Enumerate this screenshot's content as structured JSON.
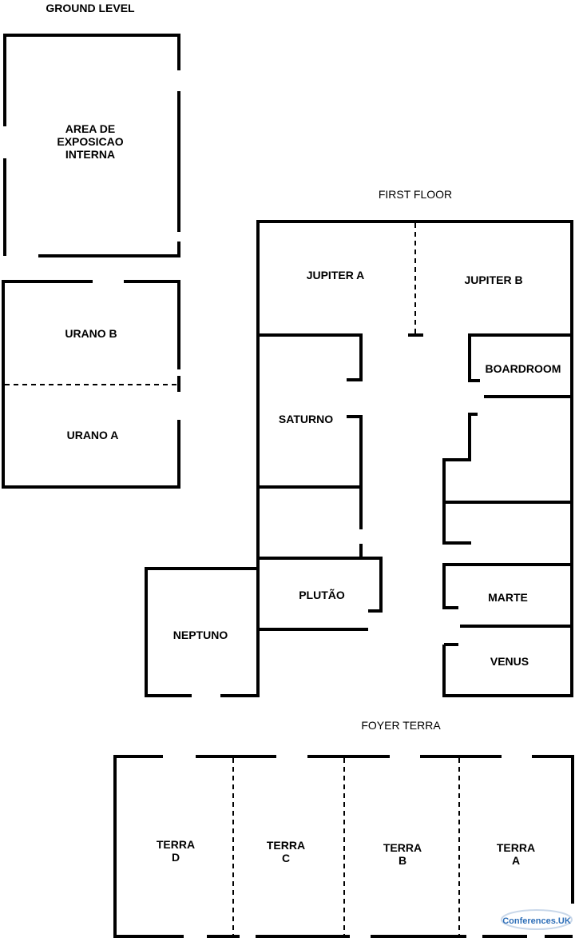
{
  "ground_level": {
    "heading": "GROUND LEVEL",
    "area_exposicao": [
      "AREA DE",
      "EXPOSICAO",
      "INTERNA"
    ],
    "urano_b": "URANO B",
    "urano_a": "URANO A"
  },
  "first_floor": {
    "heading": "FIRST FLOOR",
    "jupiter_a": "JUPITER A",
    "jupiter_b": "JUPITER B",
    "boardroom": "BOARDROOM",
    "saturno": "SATURNO",
    "plutao": "PLUTÃO",
    "neptuno": "NEPTUNO",
    "marte": "MARTE",
    "venus": "VENUS"
  },
  "foyer": {
    "heading": "FOYER TERRA",
    "terra_d": [
      "TERRA",
      "D"
    ],
    "terra_c": [
      "TERRA",
      "C"
    ],
    "terra_b": [
      "TERRA",
      "B"
    ],
    "terra_a": [
      "TERRA",
      "A"
    ]
  },
  "watermark": {
    "text": "Conferences.UK",
    "color": "#2e6fb8"
  }
}
